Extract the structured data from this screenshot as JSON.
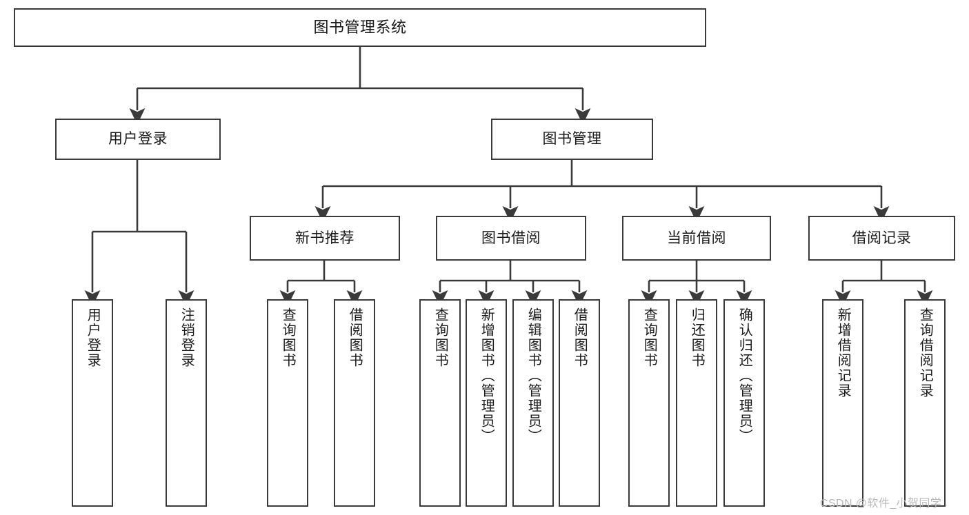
{
  "diagram": {
    "type": "hierarchy-tree",
    "root": {
      "id": "root",
      "label": "图书管理系统"
    },
    "level1": [
      {
        "id": "user-login",
        "label": "用户登录"
      },
      {
        "id": "book-manage",
        "label": "图书管理"
      }
    ],
    "level2": [
      {
        "id": "new-book-recommend",
        "label": "新书推荐",
        "parent": "book-manage"
      },
      {
        "id": "book-borrow",
        "label": "图书借阅",
        "parent": "book-manage"
      },
      {
        "id": "current-borrow",
        "label": "当前借阅",
        "parent": "book-manage"
      },
      {
        "id": "borrow-record",
        "label": "借阅记录",
        "parent": "book-manage"
      }
    ],
    "leaves": [
      {
        "id": "leaf-user-login",
        "label": "用户登录",
        "parent": "user-login"
      },
      {
        "id": "leaf-logout-login",
        "label": "注销登录",
        "parent": "user-login"
      },
      {
        "id": "leaf-query-book-1",
        "label": "查询图书",
        "parent": "new-book-recommend"
      },
      {
        "id": "leaf-borrow-book-1",
        "label": "借阅图书",
        "parent": "new-book-recommend"
      },
      {
        "id": "leaf-query-book-2",
        "label": "查询图书",
        "parent": "book-borrow"
      },
      {
        "id": "leaf-add-book",
        "label": "新增图书（管理员）",
        "parent": "book-borrow"
      },
      {
        "id": "leaf-edit-book",
        "label": "编辑图书（管理员）",
        "parent": "book-borrow"
      },
      {
        "id": "leaf-borrow-book-2",
        "label": "借阅图书",
        "parent": "book-borrow"
      },
      {
        "id": "leaf-query-book-3",
        "label": "查询图书",
        "parent": "current-borrow"
      },
      {
        "id": "leaf-return-book",
        "label": "归还图书",
        "parent": "current-borrow"
      },
      {
        "id": "leaf-confirm-return",
        "label": "确认归还（管理员）",
        "parent": "current-borrow"
      },
      {
        "id": "leaf-add-record",
        "label": "新增借阅记录",
        "parent": "borrow-record"
      },
      {
        "id": "leaf-query-record",
        "label": "查询借阅记录",
        "parent": "borrow-record"
      }
    ]
  },
  "watermark": {
    "text": "CSDN @软件_小贺同学"
  },
  "colors": {
    "stroke": "#3a3a3a",
    "box_fill": "#ffffff",
    "text": "#1a1a1a",
    "watermark": "#b9b9b9",
    "background": "#ffffff"
  }
}
